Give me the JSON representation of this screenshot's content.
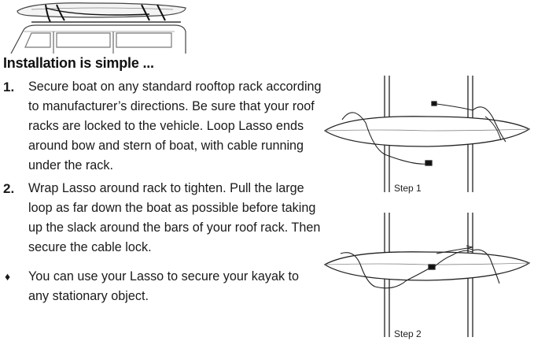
{
  "heading": "Installation is simple ...",
  "steps": [
    {
      "marker": "1.",
      "text": "Secure boat on any standard rooftop rack according to manufacturer’s directions. Be sure that your roof racks are locked to the vehicle. Loop Lasso ends around bow and stern of boat, with cable running under the rack."
    },
    {
      "marker": "2.",
      "text": "Wrap Lasso around rack to tighten. Pull the large loop as far down the boat as possible before taking up the slack around the bars of your roof rack. Then secure the cable lock."
    },
    {
      "marker": "♦",
      "text": "You can use your Lasso to secure your kayak to any stationary object."
    }
  ],
  "diagrams": {
    "step1_label": "Step 1",
    "step2_label": "Step 2"
  },
  "icons": {
    "car": "car-with-kayak-icon",
    "diamond": "diamond-bullet-icon"
  }
}
